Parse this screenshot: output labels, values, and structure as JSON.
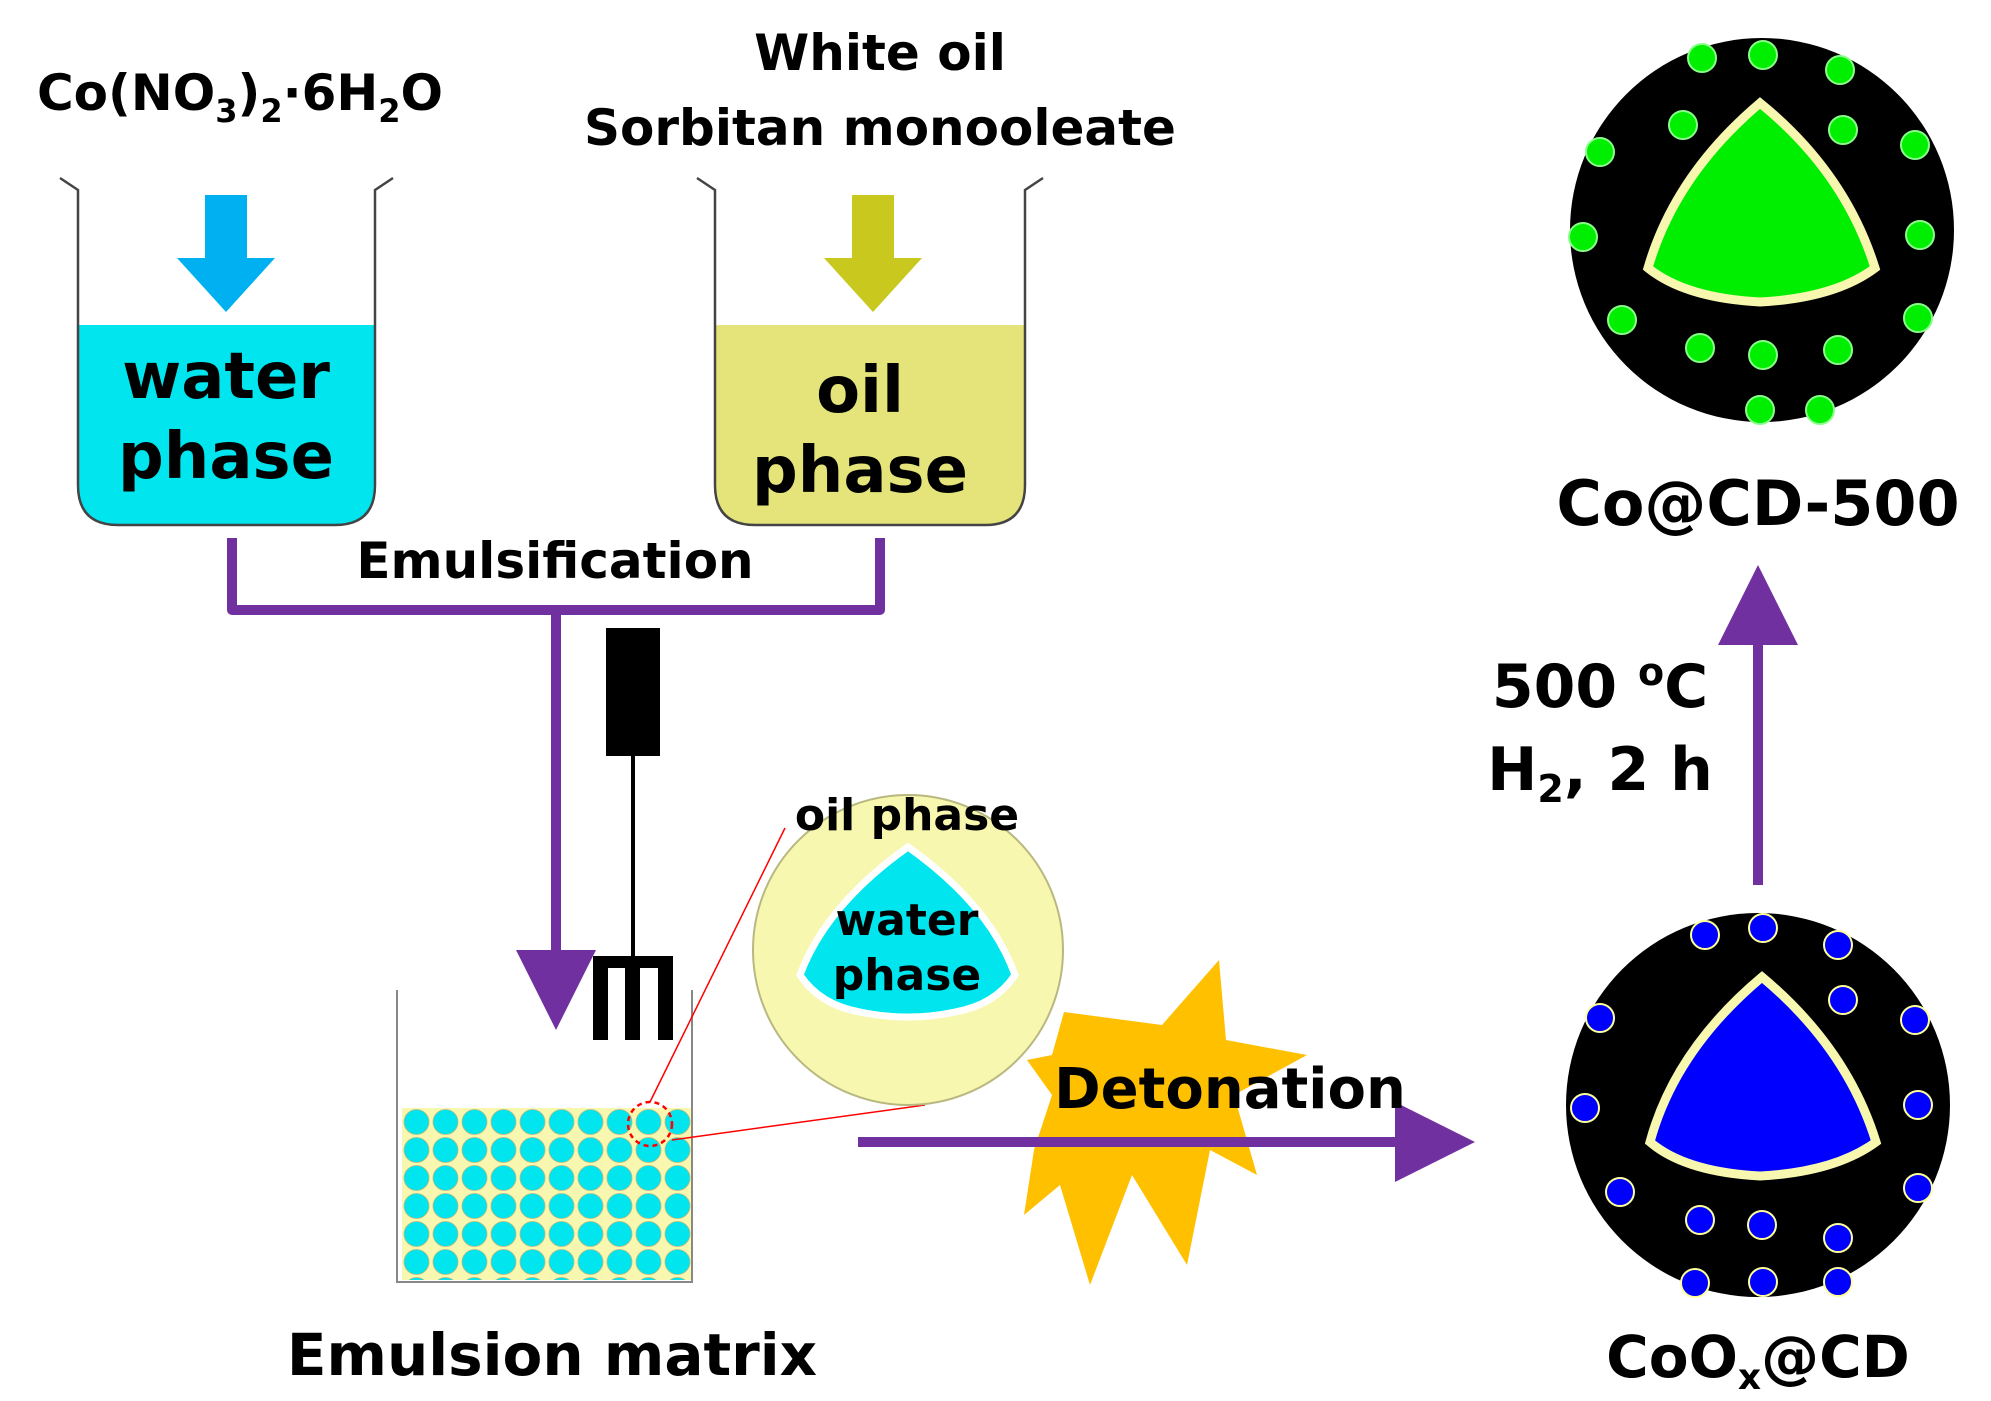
{
  "reagents": {
    "water": "Co(NO3)2·6H2O",
    "water_parts": [
      "Co(NO",
      "3",
      ")",
      "2",
      "·6H",
      "2",
      "O"
    ],
    "oil_line1": "White oil",
    "oil_line2": "Sorbitan monooleate"
  },
  "beakers": {
    "water_line1": "water",
    "water_line2": "phase",
    "oil_line1": "oil",
    "oil_line2": "phase"
  },
  "process": {
    "emulsification": "Emulsification",
    "detonation": "Detonation",
    "matrix_label": "Emulsion matrix"
  },
  "droplet": {
    "outer_label": "oil phase",
    "inner_line1": "water",
    "inner_line2": "phase"
  },
  "products": {
    "coox": "CoOx@CD",
    "coox_parts": [
      "CoO",
      "x",
      "@CD"
    ],
    "co": "Co@CD-500"
  },
  "conditions": {
    "temperature": "500 oC",
    "temp_parts": [
      "500 ",
      "o",
      "C"
    ],
    "atmosphere": "H2, 2 h",
    "atm_parts": [
      "H",
      "2",
      ", 2 h"
    ]
  },
  "colors": {
    "water": "#00e5ee",
    "oil": "#e4e47a",
    "purple": "#7030a0",
    "blue_arrow": "#00b0f0",
    "olive_arrow": "#c8c81e",
    "explosion": "#ffc000",
    "shell": "#f7f7b0",
    "coox_core": "#0000ff",
    "co_core": "#00ee00"
  }
}
